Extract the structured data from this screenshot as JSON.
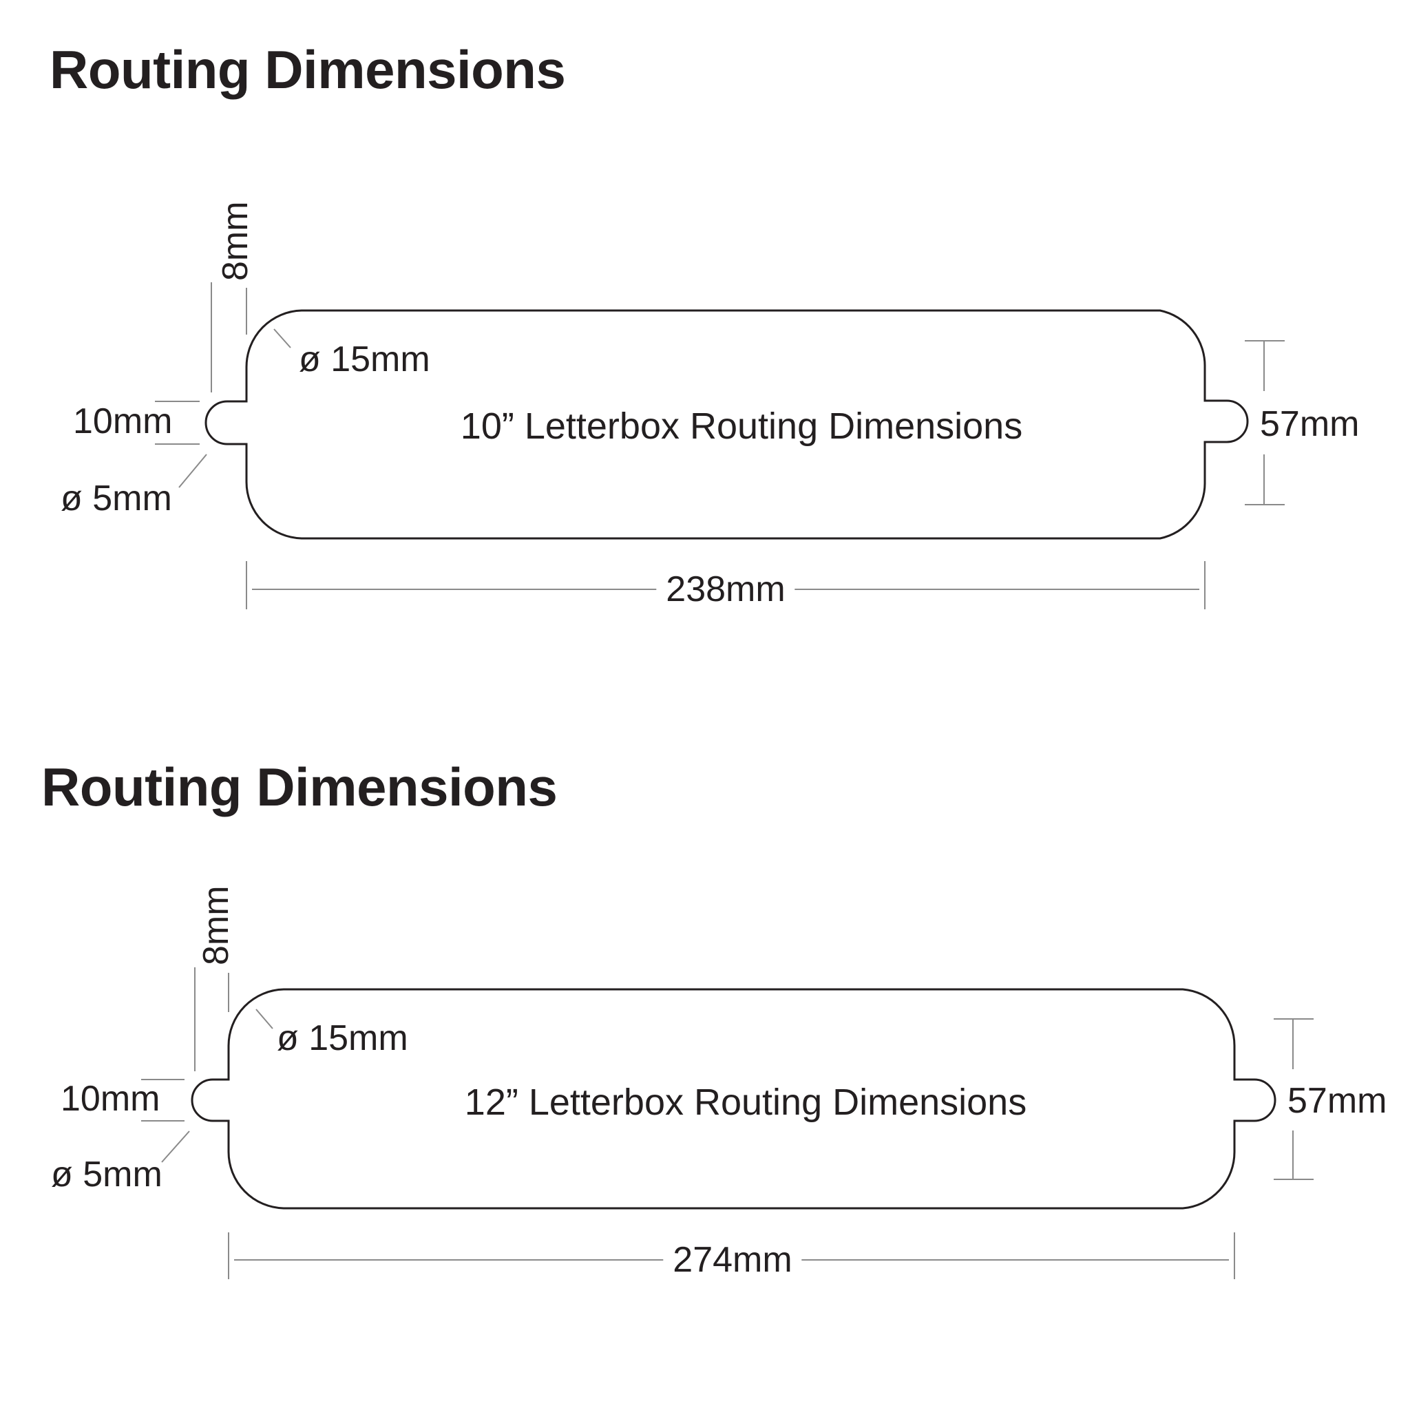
{
  "diagrams": [
    {
      "heading": "Routing Dimensions",
      "title": "10” Letterbox Routing Dimensions",
      "length": "238mm",
      "height": "57mm",
      "tab_width": "10mm",
      "tab_depth": "8mm",
      "corner_diameter": "ø 15mm",
      "tab_diameter": "ø 5mm"
    },
    {
      "heading": "Routing Dimensions",
      "title": "12” Letterbox Routing Dimensions",
      "length": "274mm",
      "height": "57mm",
      "tab_width": "10mm",
      "tab_depth": "8mm",
      "corner_diameter": "ø 15mm",
      "tab_diameter": "ø 5mm"
    }
  ]
}
